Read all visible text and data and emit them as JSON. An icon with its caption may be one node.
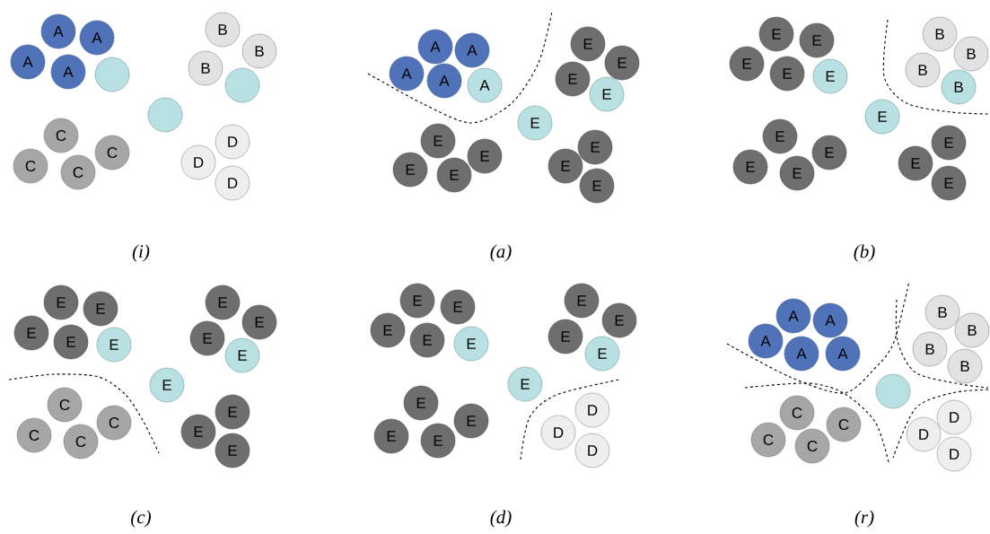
{
  "diagram": {
    "nodes": [
      {
        "text": [
          "A"
        ]
      },
      {
        "text": [
          "A"
        ]
      },
      {
        "text": [
          "A"
        ]
      },
      {
        "text": [
          "A"
        ]
      },
      {
        "text": [],
        "shape": "circle"
      },
      {
        "text": [
          "B"
        ]
      },
      {
        "text": [
          "B"
        ]
      },
      {
        "text": [
          "B"
        ]
      },
      {
        "text": [],
        "shape": "circle"
      },
      {
        "text": [],
        "shape": "circle"
      },
      {
        "text": [
          "C"
        ]
      },
      {
        "text": [
          "C"
        ]
      },
      {
        "text": [
          "C"
        ]
      },
      {
        "text": [
          "C"
        ]
      },
      {
        "text": [
          "D"
        ]
      },
      {
        "text": [
          "D"
        ]
      },
      {
        "text": [
          "D"
        ]
      },
      {
        "text": [
          "A"
        ]
      },
      {
        "text": [
          "A"
        ]
      },
      {
        "text": [
          "A"
        ]
      },
      {
        "text": [
          "A"
        ]
      },
      {
        "text": [
          "A"
        ]
      },
      {
        "text": [
          "E"
        ]
      },
      {
        "text": [
          "E"
        ]
      },
      {
        "text": [
          "E"
        ]
      },
      {
        "text": [
          "E"
        ]
      },
      {
        "text": [
          "E"
        ]
      },
      {
        "text": [
          "E"
        ]
      },
      {
        "text": [
          "E"
        ]
      },
      {
        "text": [
          "E"
        ]
      },
      {
        "text": [
          "E"
        ]
      },
      {
        "text": [
          "E"
        ]
      },
      {
        "text": [
          "E"
        ]
      },
      {
        "text": [
          "E"
        ]
      },
      {
        "text": [
          "E"
        ]
      },
      {
        "text": [
          "E"
        ]
      },
      {
        "text": [
          "E"
        ]
      },
      {
        "text": [
          "E"
        ]
      },
      {
        "text": [
          "E"
        ]
      },
      {
        "text": [
          "B"
        ]
      },
      {
        "text": [
          "B"
        ]
      },
      {
        "text": [
          "B"
        ]
      },
      {
        "text": [
          "B"
        ]
      },
      {
        "text": [
          "E"
        ]
      },
      {
        "text": [
          "E"
        ]
      },
      {
        "text": [
          "E"
        ]
      },
      {
        "text": [
          "E"
        ]
      },
      {
        "text": [
          "E"
        ]
      },
      {
        "text": [
          "E"
        ]
      },
      {
        "text": [
          "E"
        ]
      },
      {
        "text": [
          "E"
        ]
      },
      {
        "text": [
          "E"
        ]
      },
      {
        "text": [
          "E"
        ]
      },
      {
        "text": [
          "E"
        ]
      },
      {
        "text": [
          "E"
        ]
      },
      {
        "text": [
          "E"
        ]
      },
      {
        "text": [
          "E"
        ]
      },
      {
        "text": [
          "E"
        ]
      },
      {
        "text": [
          "E"
        ]
      },
      {
        "text": [
          "E"
        ]
      },
      {
        "text": [
          "E"
        ]
      },
      {
        "text": [
          "C"
        ]
      },
      {
        "text": [
          "C"
        ]
      },
      {
        "text": [
          "C"
        ]
      },
      {
        "text": [
          "C"
        ]
      },
      {
        "text": [
          "E"
        ]
      },
      {
        "text": [
          "E"
        ]
      },
      {
        "text": [
          "E"
        ]
      },
      {
        "text": [
          "E"
        ]
      },
      {
        "text": [
          "E"
        ]
      },
      {
        "text": [
          "E"
        ]
      },
      {
        "text": [
          "E"
        ]
      },
      {
        "text": [
          "E"
        ]
      },
      {
        "text": [
          "E"
        ]
      },
      {
        "text": [
          "E"
        ]
      },
      {
        "text": [
          "E"
        ]
      },
      {
        "text": [
          "E"
        ]
      },
      {
        "text": [
          "E"
        ]
      },
      {
        "text": [
          "E"
        ]
      },
      {
        "text": [
          "E"
        ]
      },
      {
        "text": [
          "E"
        ]
      },
      {
        "text": [
          "E"
        ]
      },
      {
        "text": [
          "D"
        ]
      },
      {
        "text": [
          "D"
        ]
      },
      {
        "text": [
          "D"
        ]
      },
      {
        "text": [
          "A"
        ]
      },
      {
        "text": [
          "A"
        ]
      },
      {
        "text": [
          "A"
        ]
      },
      {
        "text": [
          "A"
        ]
      },
      {
        "text": [
          "A"
        ]
      },
      {
        "text": [
          "B"
        ]
      },
      {
        "text": [
          "B"
        ]
      },
      {
        "text": [
          "B"
        ]
      },
      {
        "text": [
          "B"
        ]
      },
      {
        "text": [],
        "shape": "circle"
      },
      {
        "text": [
          "C"
        ]
      },
      {
        "text": [
          "C"
        ]
      },
      {
        "text": [
          "C"
        ]
      },
      {
        "text": [
          "C"
        ]
      },
      {
        "text": [
          "D"
        ]
      },
      {
        "text": [
          "D"
        ]
      },
      {
        "text": [
          "D"
        ]
      }
    ],
    "labels": [
      "(i)",
      "(a)",
      "(b)",
      "(c)",
      "(d)",
      "(r)"
    ]
  }
}
